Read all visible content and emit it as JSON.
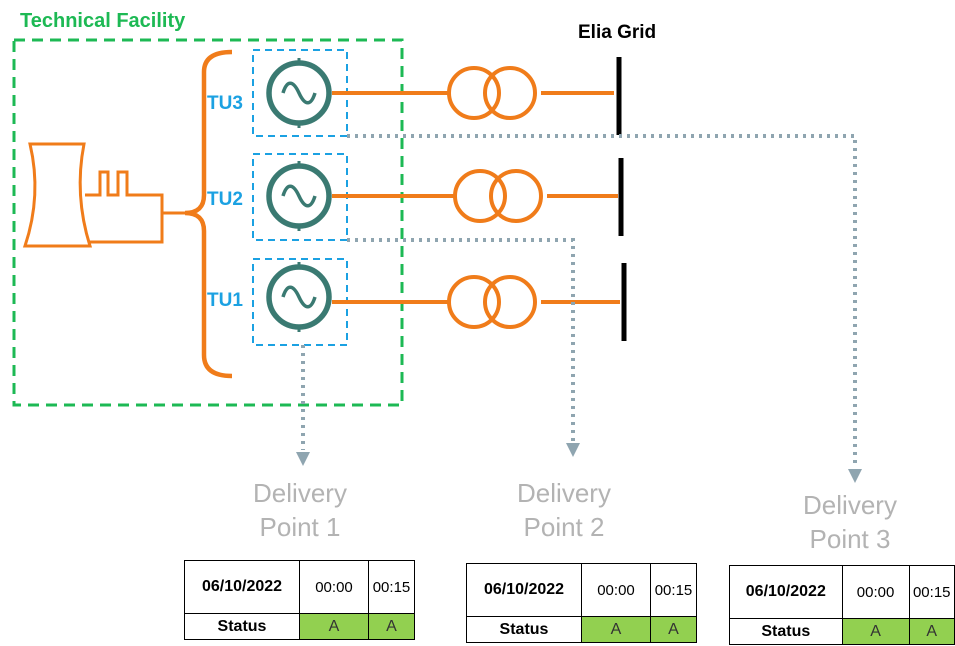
{
  "facility": {
    "title": "Technical Facility"
  },
  "grid": {
    "title": "Elia Grid"
  },
  "units": [
    {
      "label": "TU3"
    },
    {
      "label": "TU2"
    },
    {
      "label": "TU1"
    }
  ],
  "delivery_points": [
    {
      "line1": "Delivery",
      "line2": "Point 1",
      "date": "06/10/2022",
      "times": [
        "00:00",
        "00:15"
      ],
      "status_label": "Status",
      "status": [
        "A",
        "A"
      ]
    },
    {
      "line1": "Delivery",
      "line2": "Point 2",
      "date": "06/10/2022",
      "times": [
        "00:00",
        "00:15"
      ],
      "status_label": "Status",
      "status": [
        "A",
        "A"
      ]
    },
    {
      "line1": "Delivery",
      "line2": "Point 3",
      "date": "06/10/2022",
      "times": [
        "00:00",
        "00:15"
      ],
      "status_label": "Status",
      "status": [
        "A",
        "A"
      ]
    }
  ],
  "colors": {
    "facility_border": "#1db954",
    "unit_border": "#1ba1e2",
    "power_line": "#f07c1a",
    "generator": "#3a7a72",
    "dotted_link": "#8fa5b0",
    "status_fill": "#92d050"
  }
}
